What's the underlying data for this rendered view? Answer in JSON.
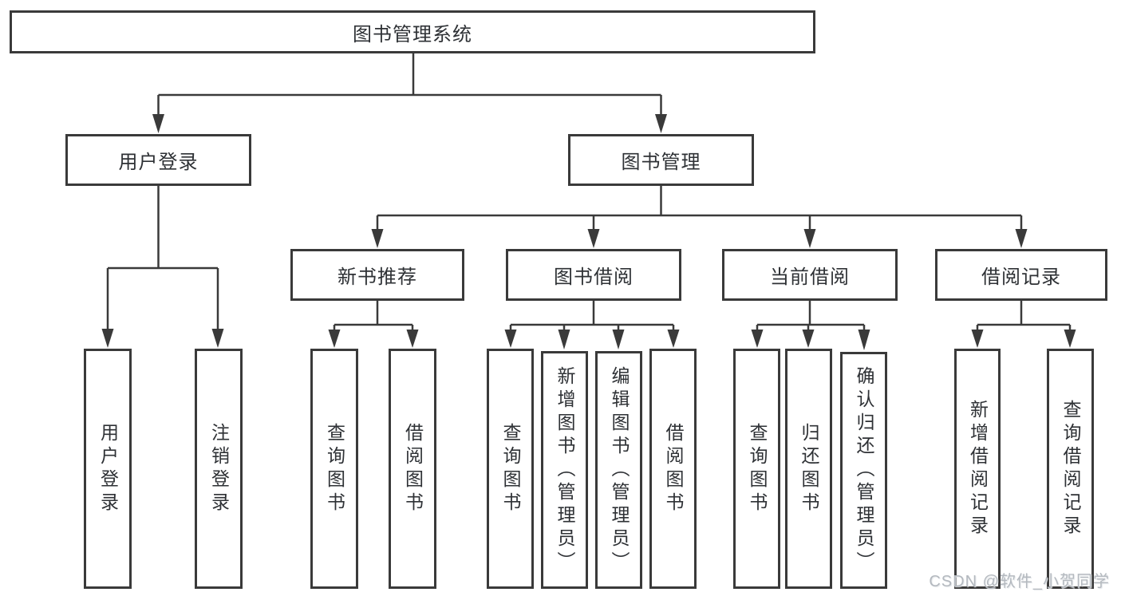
{
  "colors": {
    "background": "#ffffff",
    "line": "#3a3a3a",
    "text": "#2e3135",
    "watermark": "#b4b9bf"
  },
  "diagram": {
    "root": {
      "label": "图书管理系统"
    },
    "branches": [
      {
        "label": "用户登录",
        "children": [
          {
            "label": "用户登录"
          },
          {
            "label": "注销登录"
          }
        ]
      },
      {
        "label": "图书管理",
        "children": [
          {
            "label": "新书推荐",
            "children": [
              {
                "label": "查询图书"
              },
              {
                "label": "借阅图书"
              }
            ]
          },
          {
            "label": "图书借阅",
            "children": [
              {
                "label": "查询图书"
              },
              {
                "label": "新增图书（管理员）"
              },
              {
                "label": "编辑图书（管理员）"
              },
              {
                "label": "借阅图书"
              }
            ]
          },
          {
            "label": "当前借阅",
            "children": [
              {
                "label": "查询图书"
              },
              {
                "label": "归还图书"
              },
              {
                "label": "确认归还（管理员）"
              }
            ]
          },
          {
            "label": "借阅记录",
            "children": [
              {
                "label": "新增借阅记录"
              },
              {
                "label": "查询借阅记录"
              }
            ]
          }
        ]
      }
    ]
  },
  "watermark": {
    "text": "CSDN @软件_小贺同学"
  }
}
